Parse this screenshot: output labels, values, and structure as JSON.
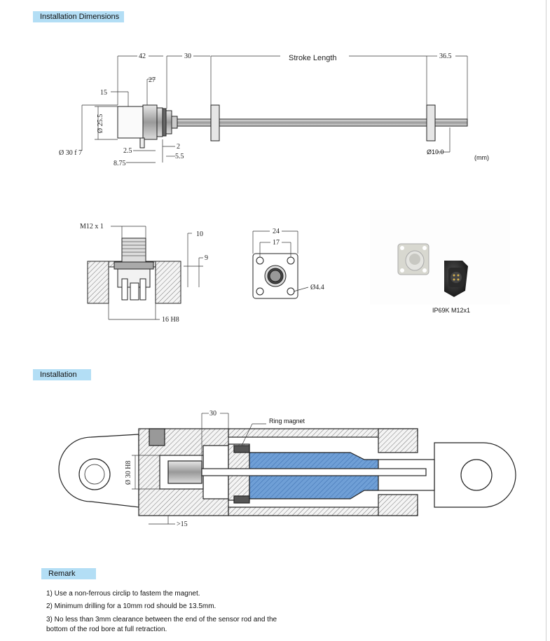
{
  "sections": {
    "installation_dimensions": "Installation Dimensions",
    "installation": "Installation",
    "remark": "Remark"
  },
  "top_drawing": {
    "d42": "42",
    "d30": "30",
    "stroke": "Stroke Length",
    "d36_5": "36.5",
    "d27": "27",
    "d15": "15",
    "d25_5": "Ø 25.5",
    "d30f7": "Ø 30 f 7",
    "d2_5": "2.5",
    "d8_75": "8.75",
    "d2": "2",
    "d5_5": "5.5",
    "d10": "Ø10.0",
    "unit": "(mm)"
  },
  "connector_drawing": {
    "m12": "M12 x 1",
    "d10": "10",
    "d9": "9",
    "d16": "16 H8"
  },
  "flange_drawing": {
    "d24": "24",
    "d17": "17",
    "d4_4": "Ø4.4"
  },
  "photo": {
    "caption": "IP69K M12x1"
  },
  "install_drawing": {
    "d30": "30",
    "ring_magnet": "Ring magnet",
    "d30h8": "Ø 30 H8",
    "d15": ">15"
  },
  "remarks": [
    "1) Use a non-ferrous circlip to fastem the magnet.",
    "2) Minimum drilling for a 10mm rod should be 13.5mm.",
    "3) No less than 3mm clearance between the end of the sensor rod and the",
    "bottom of the rod bore at full retraction."
  ],
  "colors": {
    "tag_bg": "#b3def5",
    "blue_fill": "#6f9fd6"
  }
}
